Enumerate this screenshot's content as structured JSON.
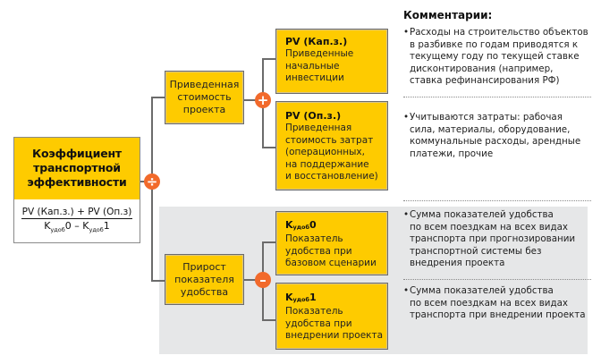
{
  "main": {
    "title_lines": [
      "Коэффициент",
      "транспортной",
      "эффективности"
    ],
    "numerator": "PV (Кап.з.) + PV (Оп.з)",
    "denominator": {
      "k_left": "K",
      "sub_left": "удоб",
      "suffix_left": "0 – K",
      "sub_right": "удоб",
      "suffix_right": "1"
    },
    "operator_symbol": "÷"
  },
  "pv_branch": {
    "label_lines": [
      "Приведенная",
      "стоимость",
      "проекта"
    ],
    "operator_symbol": "+",
    "items": [
      {
        "title": "PV (Кап.з.)",
        "body_lines": [
          "Приведенные",
          "начальные",
          "инвестиции"
        ]
      },
      {
        "title": "PV (Оп.з.)",
        "body_lines": [
          "Приведенная",
          "стоимость затрат",
          "(операционных,",
          "на поддержание",
          "и восстановление)"
        ]
      }
    ]
  },
  "convenience_branch": {
    "label_lines": [
      "Прирост",
      "показателя",
      "удобства"
    ],
    "operator_symbol": "–",
    "items": [
      {
        "title_k": "K",
        "title_sub": "удоб",
        "title_suffix": "0",
        "body_lines": [
          "Показатель",
          "удобства при",
          "базовом сценарии"
        ]
      },
      {
        "title_k": "K",
        "title_sub": "удоб",
        "title_suffix": "1",
        "body_lines": [
          "Показатель",
          "удобства при",
          "внедрении проекта"
        ]
      }
    ]
  },
  "comments": {
    "heading": "Комментарии:",
    "bullet": "•",
    "items": [
      {
        "lines": [
          "Расходы на строительство объектов",
          "в разбивке по годам приводятся к",
          "текущему году по текущей ставке",
          "дисконтирования (например,",
          "ставка рефинансирования РФ)"
        ]
      },
      {
        "lines": [
          "Учитываются затраты: рабочая",
          "сила, материалы, оборудование,",
          "коммунальные расходы, арендные",
          "платежи, прочие"
        ]
      },
      {
        "lines": [
          "Сумма показателей удобства",
          "по всем поездкам на всех видах",
          "транспорта при прогнозировании",
          "транспортной системы без",
          "внедрения проекта"
        ]
      },
      {
        "lines": [
          "Сумма показателей удобства",
          "по всем поездкам на всех видах",
          "транспорта при внедрении проекта"
        ]
      }
    ]
  },
  "colors": {
    "box_yellow": "#fecb00",
    "operator_orange": "#f26a2b",
    "connector_gray": "#6b6b6b",
    "highlight_gray": "#e6e7e8"
  }
}
